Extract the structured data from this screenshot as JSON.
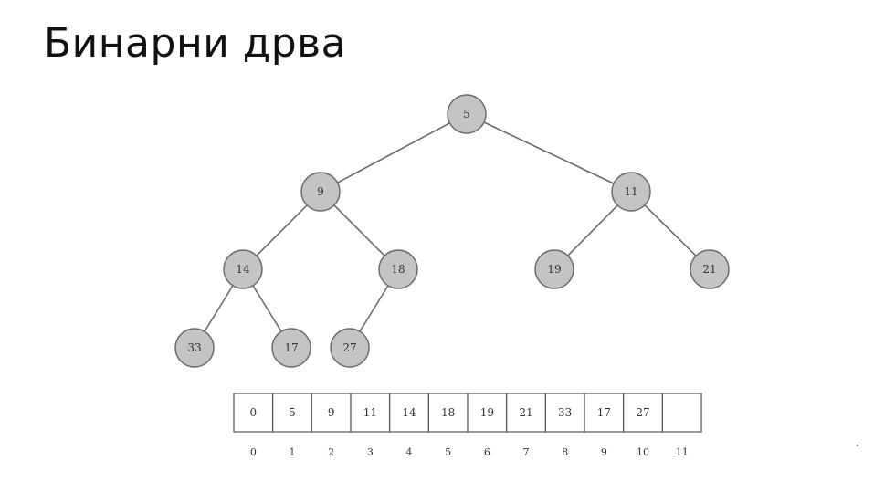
{
  "title": "Бинарни дрва",
  "tree": {
    "nodes": [
      {
        "id": 0,
        "label": "5"
      },
      {
        "id": 1,
        "label": "9"
      },
      {
        "id": 2,
        "label": "11"
      },
      {
        "id": 3,
        "label": "14"
      },
      {
        "id": 4,
        "label": "18"
      },
      {
        "id": 5,
        "label": "19"
      },
      {
        "id": 6,
        "label": "21"
      },
      {
        "id": 7,
        "label": "33"
      },
      {
        "id": 8,
        "label": "17"
      },
      {
        "id": 9,
        "label": "27"
      }
    ],
    "edges": [
      [
        0,
        1
      ],
      [
        0,
        2
      ],
      [
        1,
        3
      ],
      [
        1,
        4
      ],
      [
        2,
        5
      ],
      [
        2,
        6
      ],
      [
        3,
        7
      ],
      [
        3,
        8
      ],
      [
        4,
        9
      ]
    ]
  },
  "array": {
    "values": [
      "0",
      "5",
      "9",
      "11",
      "14",
      "18",
      "19",
      "21",
      "33",
      "17",
      "27",
      ""
    ],
    "indices": [
      "0",
      "1",
      "2",
      "3",
      "4",
      "5",
      "6",
      "7",
      "8",
      "9",
      "10",
      "11"
    ]
  }
}
